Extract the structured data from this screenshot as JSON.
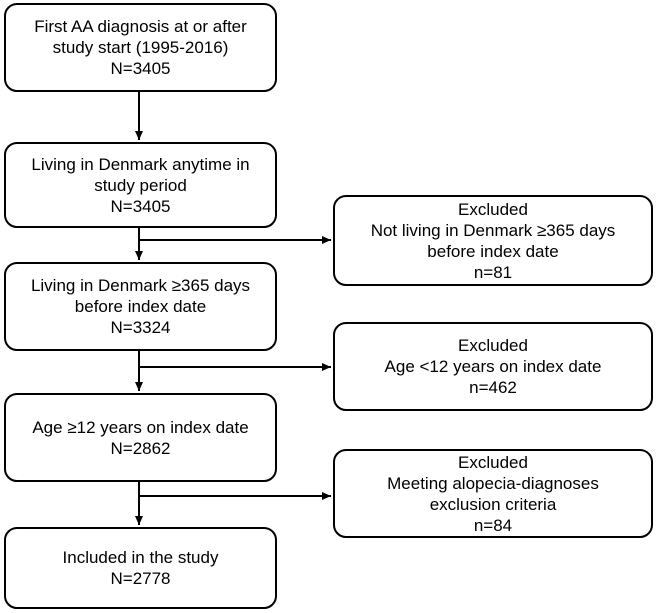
{
  "main_boxes": [
    {
      "lines": [
        "First AA diagnosis at or after",
        "study start (1995-2016)",
        "N=3405"
      ]
    },
    {
      "lines": [
        "Living in Denmark anytime in",
        "study period",
        "N=3405"
      ]
    },
    {
      "lines": [
        "Living in Denmark ≥365 days",
        "before index date",
        "N=3324"
      ]
    },
    {
      "lines": [
        "Age ≥12 years on index date",
        "N=2862"
      ]
    },
    {
      "lines": [
        "Included in the study",
        "N=2778"
      ]
    }
  ],
  "exclusion_boxes": [
    {
      "lines": [
        "Excluded",
        "Not living in Denmark ≥365 days",
        "before index date",
        "n=81"
      ]
    },
    {
      "lines": [
        "Excluded",
        "Age <12 years on index date",
        "n=462"
      ]
    },
    {
      "lines": [
        "Excluded",
        "Meeting alopecia-diagnoses",
        "exclusion criteria",
        "n=84"
      ]
    }
  ]
}
